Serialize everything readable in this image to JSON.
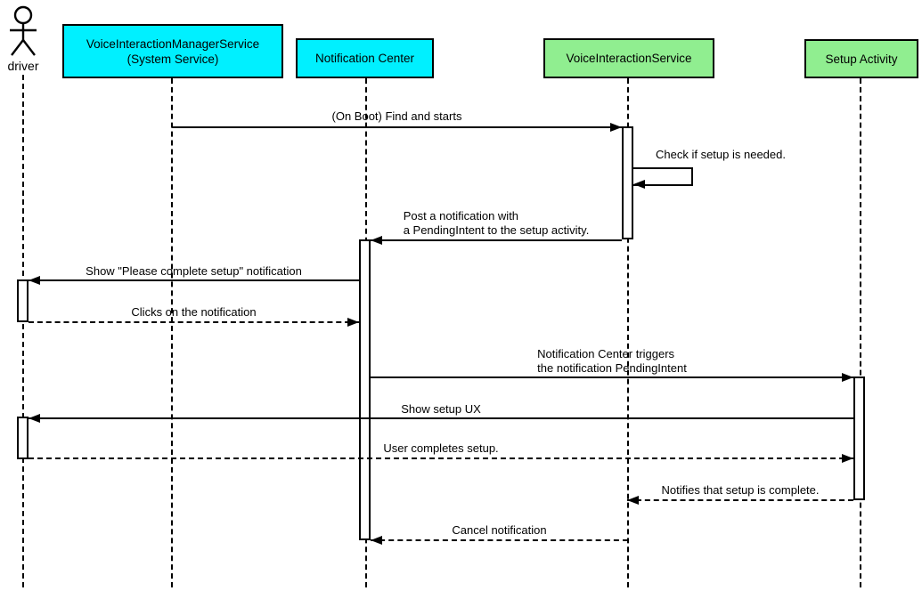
{
  "colors": {
    "participant_cyan": "#00F0FF",
    "participant_green": "#90EE90",
    "line_black": "#000000",
    "background": "#FFFFFF"
  },
  "actor": {
    "label": "driver"
  },
  "participants": [
    {
      "name": "VoiceInteractionManagerService (System Service)",
      "line1": "VoiceInteractionManagerService",
      "line2": "(System Service)",
      "color": "cyan"
    },
    {
      "name": "Notification Center",
      "line1": "Notification Center",
      "color": "cyan"
    },
    {
      "name": "VoiceInteractionService",
      "line1": "VoiceInteractionService",
      "color": "green"
    },
    {
      "name": "Setup Activity",
      "line1": "Setup Activity",
      "color": "green"
    }
  ],
  "messages": [
    {
      "from": "VoiceInteractionManagerService",
      "to": "VoiceInteractionService",
      "style": "solid",
      "lines": [
        "(On Boot) Find and starts"
      ]
    },
    {
      "from": "VoiceInteractionService",
      "to": "VoiceInteractionService",
      "style": "solid",
      "lines": [
        "Check if setup is needed."
      ]
    },
    {
      "from": "VoiceInteractionService",
      "to": "Notification Center",
      "style": "solid",
      "lines": [
        "Post a notification with",
        "a PendingIntent to the setup activity."
      ]
    },
    {
      "from": "Notification Center",
      "to": "driver",
      "style": "solid",
      "lines": [
        "Show \"Please complete setup\" notification"
      ]
    },
    {
      "from": "driver",
      "to": "Notification Center",
      "style": "dashed",
      "lines": [
        "Clicks on the notification"
      ]
    },
    {
      "from": "Notification Center",
      "to": "Setup Activity",
      "style": "solid",
      "lines": [
        "Notification Center triggers",
        "the notification PendingIntent"
      ]
    },
    {
      "from": "Setup Activity",
      "to": "driver",
      "style": "solid",
      "lines": [
        "Show setup UX"
      ]
    },
    {
      "from": "driver",
      "to": "Setup Activity",
      "style": "dashed",
      "lines": [
        "User completes setup."
      ]
    },
    {
      "from": "Setup Activity",
      "to": "VoiceInteractionService",
      "style": "dashed",
      "lines": [
        "Notifies that setup is complete."
      ]
    },
    {
      "from": "VoiceInteractionService",
      "to": "Notification Center",
      "style": "dashed",
      "lines": [
        "Cancel notification"
      ]
    }
  ]
}
